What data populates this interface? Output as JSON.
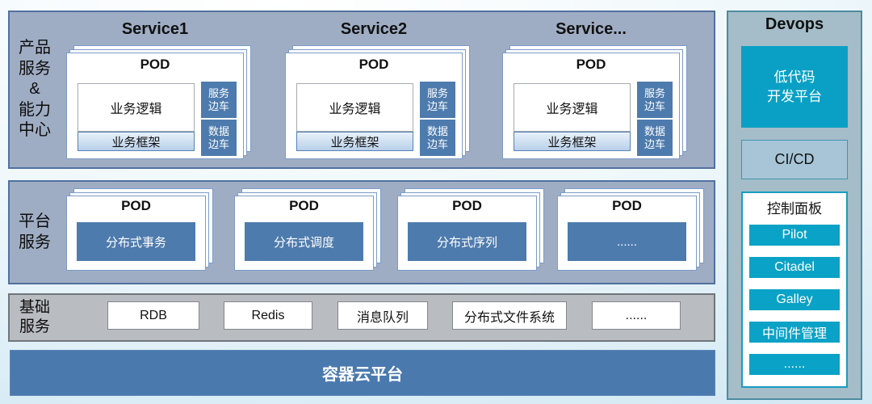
{
  "product_row": {
    "label": "产品\n服务\n&\n能力\n中心",
    "services": [
      {
        "title": "Service1",
        "pod_title": "POD",
        "logic": "业务逻辑",
        "framework": "业务框架",
        "sidecar_service": "服务\n边车",
        "sidecar_data": "数据\n边车"
      },
      {
        "title": "Service2",
        "pod_title": "POD",
        "logic": "业务逻辑",
        "framework": "业务框架",
        "sidecar_service": "服务\n边车",
        "sidecar_data": "数据\n边车"
      },
      {
        "title": "Service...",
        "pod_title": "POD",
        "logic": "业务逻辑",
        "framework": "业务框架",
        "sidecar_service": "服务\n边车",
        "sidecar_data": "数据\n边车"
      }
    ]
  },
  "platform_row": {
    "label": "平台\n服务",
    "pods": [
      {
        "pod_title": "POD",
        "component": "分布式事务"
      },
      {
        "pod_title": "POD",
        "component": "分布式调度"
      },
      {
        "pod_title": "POD",
        "component": "分布式序列"
      },
      {
        "pod_title": "POD",
        "component": "......"
      }
    ]
  },
  "infra_row": {
    "label": "基础\n服务",
    "items": [
      "RDB",
      "Redis",
      "消息队列",
      "分布式文件系统",
      "......"
    ]
  },
  "container_bar": {
    "label": "容器云平台"
  },
  "devops": {
    "title": "Devops",
    "lowcode_label": "低代码\n开发平台",
    "cicd_label": "CI/CD",
    "control_panel": {
      "title": "控制面板",
      "items": [
        "Pilot",
        "Citadel",
        "Galley",
        "中间件管理",
        "......"
      ]
    }
  },
  "colors": {
    "panel_bg": "#9fadc4",
    "panel_border": "#51719f",
    "steel_blue": "#4e7bad",
    "container_bar_blue": "#4a79ae",
    "infra_bg": "#b9bcc1",
    "devops_bg": "#a4bdc8",
    "cyan": "#0aa2c6",
    "cicd_bg": "#a7c5d6",
    "control_panel_border": "#179dc2"
  }
}
